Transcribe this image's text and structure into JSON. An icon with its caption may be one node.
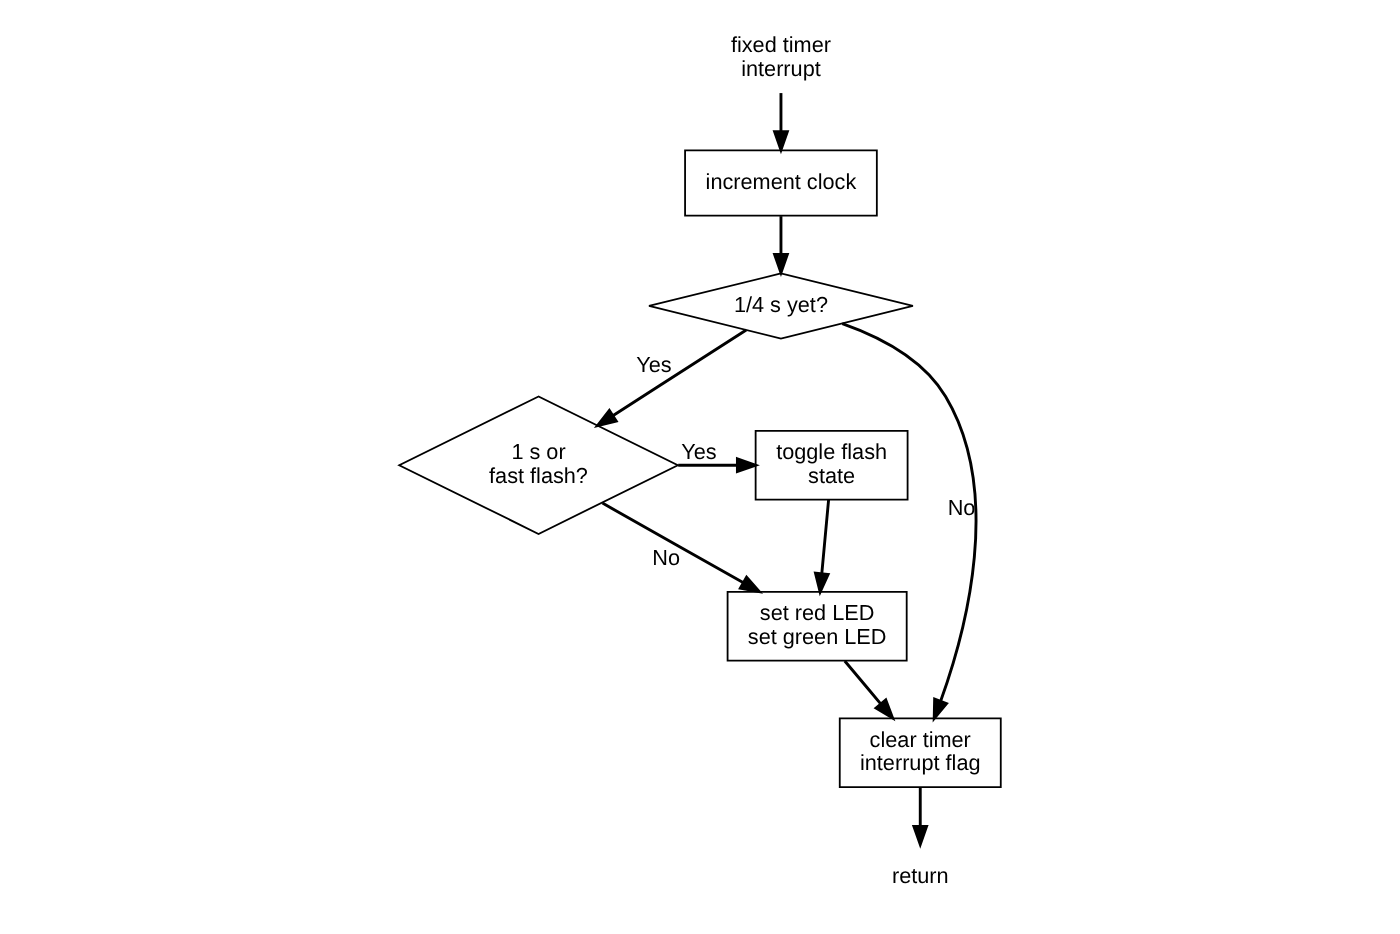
{
  "diagram": {
    "nodes": [
      {
        "text": [
          "fixed timer interrupt"
        ]
      },
      {
        "text": [
          "increment clock"
        ]
      },
      {
        "text": [
          "1/4 s yet?"
        ]
      },
      {
        "text": [
          "1 s or fast flash?"
        ]
      },
      {
        "text": [
          "toggle flash state"
        ]
      },
      {
        "text": [
          "set red LED set green LED"
        ]
      },
      {
        "text": [
          "clear timer interrupt flag"
        ]
      },
      {
        "text": [
          "return"
        ]
      }
    ],
    "edges": [
      {
        "from": 0,
        "to": 1,
        "arrow": "to"
      },
      {
        "from": 1,
        "to": 2,
        "arrow": "to"
      },
      {
        "from": 2,
        "to": 3,
        "arrow": "to",
        "label": "Yes"
      },
      {
        "from": 3,
        "to": 4,
        "arrow": "to",
        "label": "Yes"
      },
      {
        "from": 3,
        "to": 5,
        "arrow": "to",
        "label": "No"
      },
      {
        "from": 4,
        "to": 5,
        "arrow": "to"
      },
      {
        "from": 2,
        "to": 6,
        "arrow": "to",
        "label": "No"
      },
      {
        "from": 5,
        "to": 6,
        "arrow": "to"
      },
      {
        "from": 6,
        "to": 7,
        "arrow": "to"
      }
    ]
  }
}
